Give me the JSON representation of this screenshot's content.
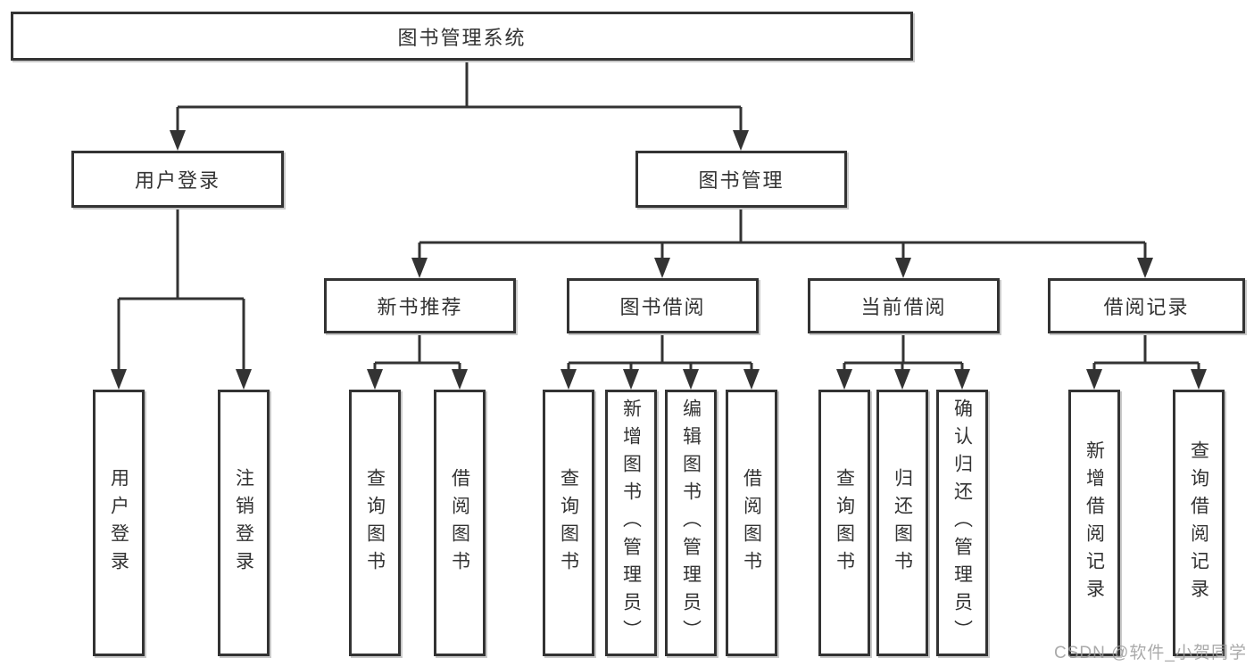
{
  "tree": {
    "root": "图书管理系统",
    "branches": [
      {
        "label": "用户登录",
        "children": [
          "用户登录",
          "注销登录"
        ]
      },
      {
        "label": "图书管理",
        "groups": [
          {
            "label": "新书推荐",
            "children": [
              "查询图书",
              "借阅图书"
            ]
          },
          {
            "label": "图书借阅",
            "children": [
              "查询图书",
              "新增图书（管理员）",
              "编辑图书（管理员）",
              "借阅图书"
            ]
          },
          {
            "label": "当前借阅",
            "children": [
              "查询图书",
              "归还图书",
              "确认归还（管理员）"
            ]
          },
          {
            "label": "借阅记录",
            "children": [
              "新增借阅记录",
              "查询借阅记录"
            ]
          }
        ]
      }
    ]
  },
  "watermark": "CSDN @软件_小贺同学",
  "colors": {
    "line": "#333333",
    "box_border": "#333333",
    "box_fill": "#ffffff",
    "text": "#333333",
    "watermark": "#9c9c9c",
    "background": "#ffffff"
  }
}
